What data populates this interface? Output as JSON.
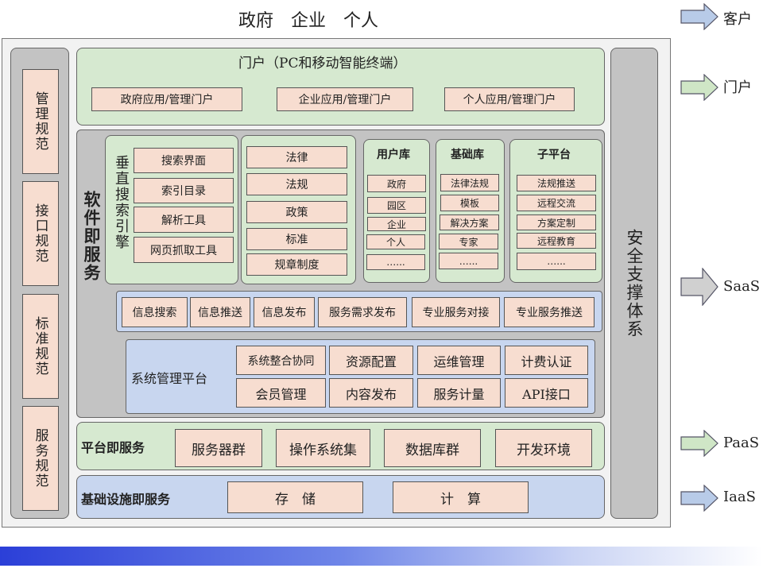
{
  "header": {
    "title": "政府　企业　个人"
  },
  "left_column": [
    "管理规范",
    "接口规范",
    "标准规范",
    "服务规范"
  ],
  "right_column": "安全支撑体系",
  "portal": {
    "title": "门户（PC和移动智能终端）",
    "items": [
      "政府应用/管理门户",
      "企业应用/管理门户",
      "个人应用/管理门户"
    ]
  },
  "saas": {
    "label": "软件即服务",
    "search_engine": {
      "label": "垂直搜索引擎",
      "items": [
        "搜索界面",
        "索引目录",
        "解析工具",
        "网页抓取工具"
      ]
    },
    "laws": [
      "法律",
      "法规",
      "政策",
      "标准",
      "规章制度"
    ],
    "user_db": {
      "title": "用户库",
      "items": [
        "政府",
        "园区",
        "企业",
        "个人",
        "…..."
      ]
    },
    "base_db": {
      "title": "基础库",
      "items": [
        "法律法规",
        "模板",
        "解决方案",
        "专家",
        "…..."
      ]
    },
    "sub_platform": {
      "title": "子平台",
      "items": [
        "法规推送",
        "远程交流",
        "方案定制",
        "远程教育",
        "…..."
      ]
    },
    "services": [
      "信息搜索",
      "信息推送",
      "信息发布",
      "服务需求发布",
      "专业服务对接",
      "专业服务推送"
    ],
    "sys_mgmt": {
      "label": "系统管理平台",
      "items": [
        "系统整合协同",
        "资源配置",
        "运维管理",
        "计费认证",
        "会员管理",
        "内容发布",
        "服务计量",
        "API接口"
      ]
    }
  },
  "paas": {
    "label": "平台即服务",
    "items": [
      "服务器群",
      "操作系统集",
      "数据库群",
      "开发环境"
    ]
  },
  "iaas": {
    "label": "基础设施即服务",
    "items": [
      "存　储",
      "计　算"
    ]
  },
  "legend": [
    {
      "label": "客户",
      "color": "#b8cbe8"
    },
    {
      "label": "门户",
      "color": "#cfe6c6"
    },
    {
      "label": "SaaS",
      "color": "#d0d0d0"
    },
    {
      "label": "PaaS",
      "color": "#cfe6c6"
    },
    {
      "label": "IaaS",
      "color": "#b8cbe8"
    }
  ]
}
